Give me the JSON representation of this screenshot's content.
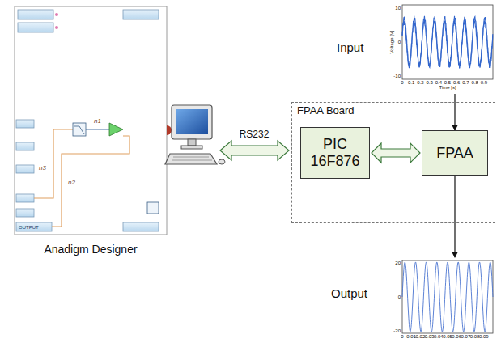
{
  "diagram": {
    "nodes": [
      {
        "text": [
          "Anadigm Designer"
        ]
      },
      {
        "text": [
          "FPAA Board"
        ]
      },
      {
        "text": [
          "PIC 16F876"
        ],
        "in": 1
      },
      {
        "text": [
          "FPAA"
        ],
        "in": 1
      },
      {
        "text": [
          "Input"
        ]
      },
      {
        "text": [
          "Output"
        ]
      }
    ],
    "edges": [
      {
        "from": 2,
        "to": 3,
        "arrow": "both"
      },
      {
        "from": 4,
        "to": 3,
        "arrow": "to"
      },
      {
        "from": 3,
        "to": 5,
        "arrow": "to"
      }
    ],
    "labels": [
      "n1",
      "n2",
      "n3",
      "OUTPUT",
      "RS232",
      "Voltage [V]",
      "Time [s]",
      "10",
      "0",
      "-10",
      "0",
      "0.1",
      "0.2",
      "0.3",
      "0.4",
      "0.5",
      "0.6",
      "0.7",
      "0.8",
      "0.9",
      "20",
      "0",
      "-20",
      "0",
      "0.01",
      "0.02",
      "0.03",
      "0.04",
      "0.05",
      "0.06",
      "0.07",
      "0.08",
      "0.09"
    ]
  }
}
